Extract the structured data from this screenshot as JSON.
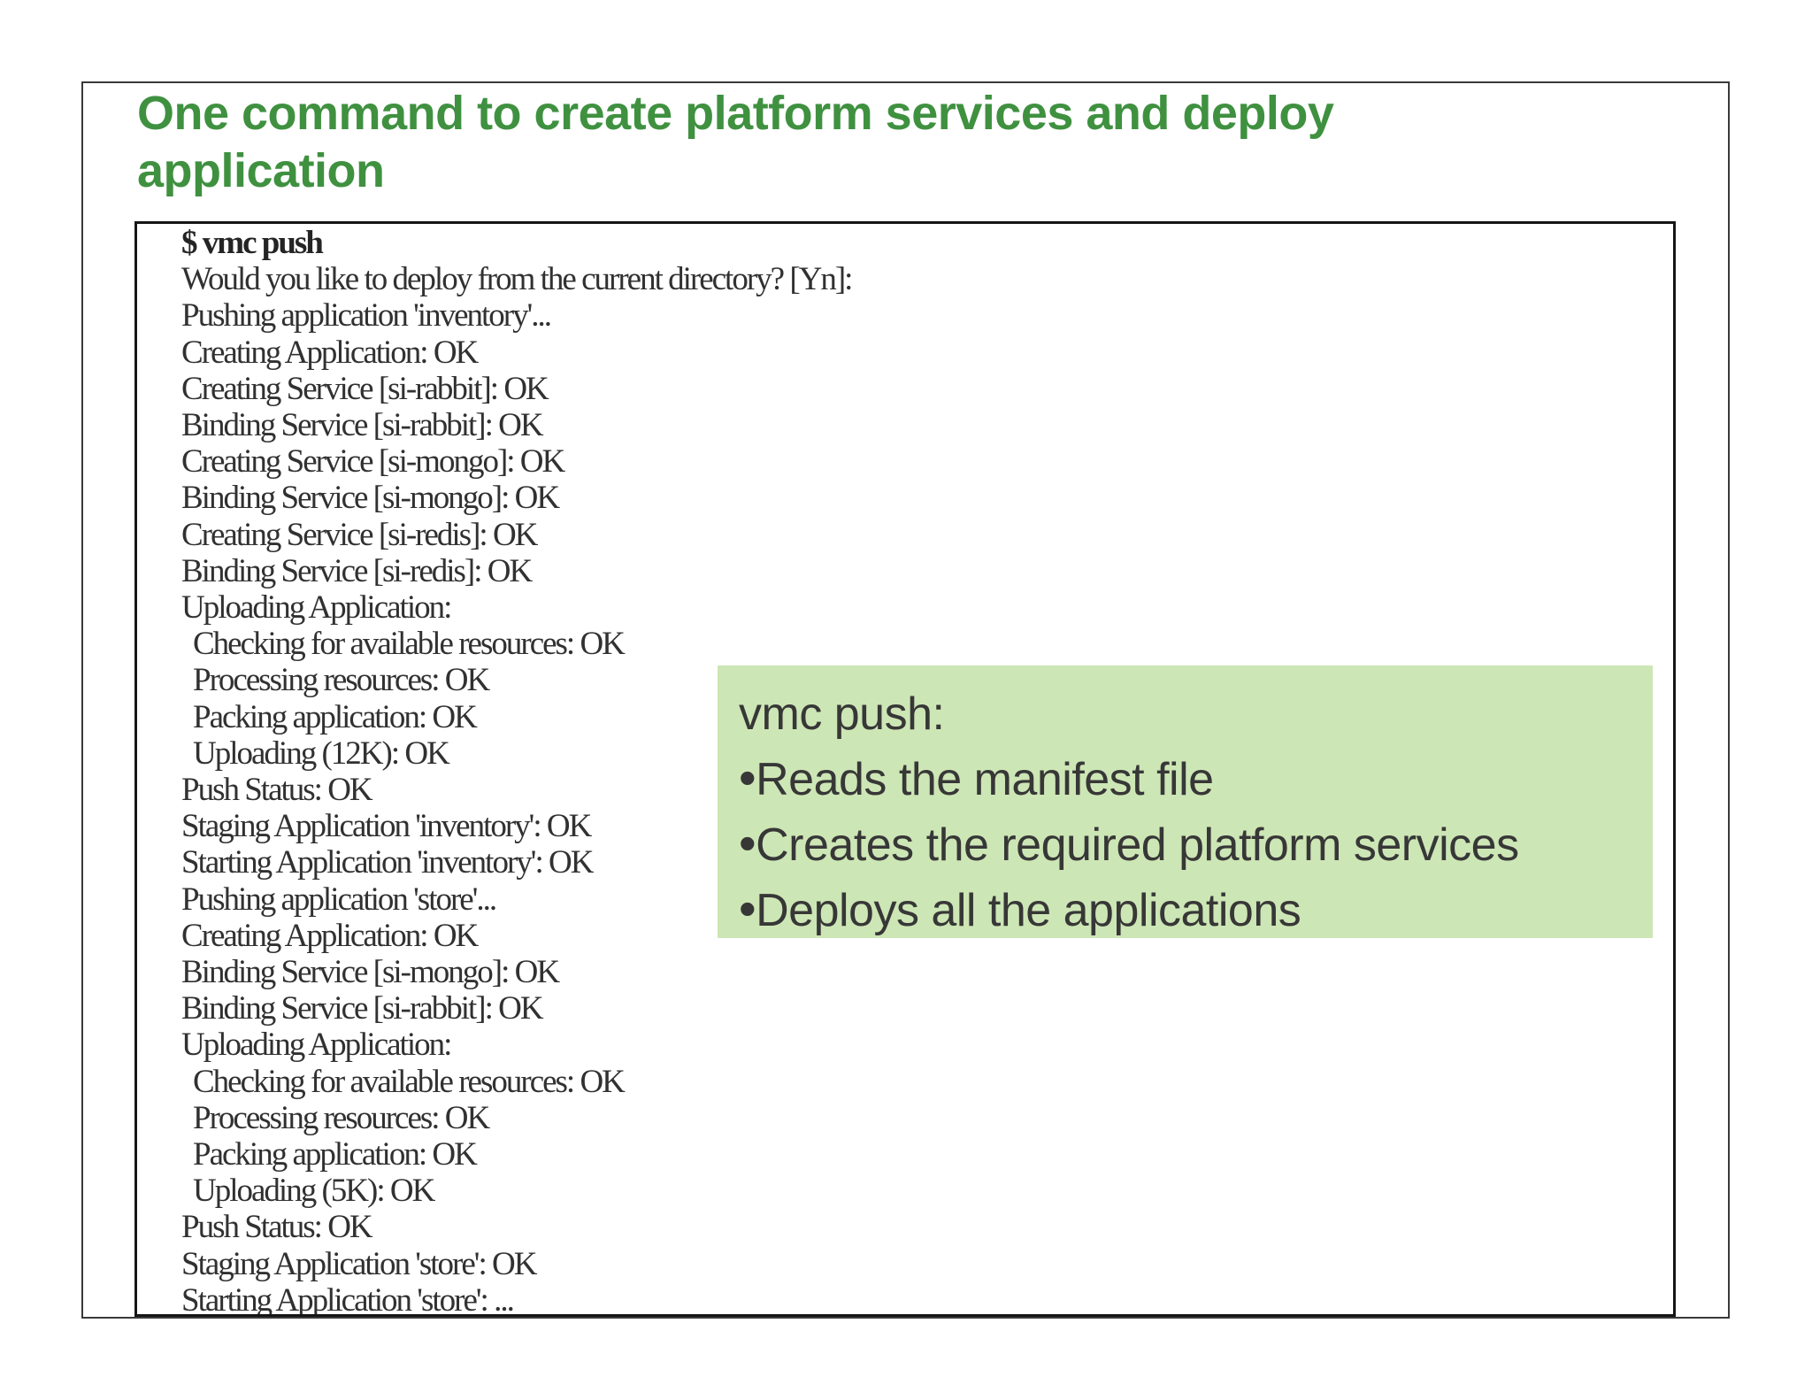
{
  "slide": {
    "title_line1": "One command to create platform services and deploy",
    "title_line2": "application",
    "title_color": "#3f9140",
    "border_color": "#3a3a3a",
    "background": "#ffffff"
  },
  "terminal": {
    "border_color": "#161616",
    "text_color": "#313131",
    "lines": [
      {
        "text": "$ vmc push",
        "style": "bold"
      },
      {
        "text": "Would you like to deploy from the current directory? [Yn]:"
      },
      {
        "text": "Pushing application 'inventory'..."
      },
      {
        "text": "Creating Application: OK"
      },
      {
        "text": "Creating Service [si-rabbit]: OK"
      },
      {
        "text": "Binding Service [si-rabbit]: OK"
      },
      {
        "text": "Creating Service [si-mongo]: OK"
      },
      {
        "text": "Binding Service [si-mongo]: OK"
      },
      {
        "text": "Creating Service [si-redis]: OK"
      },
      {
        "text": "Binding Service [si-redis]: OK"
      },
      {
        "text": "Uploading Application:"
      },
      {
        "text": "Checking for available resources: OK",
        "indent": 1
      },
      {
        "text": "Processing resources: OK",
        "indent": 1
      },
      {
        "text": "Packing application: OK",
        "indent": 1
      },
      {
        "text": "Uploading (12K): OK",
        "indent": 1
      },
      {
        "text": "Push Status: OK"
      },
      {
        "text": "Staging Application 'inventory': OK"
      },
      {
        "text": "Starting Application 'inventory': OK"
      },
      {
        "text": "Pushing application 'store'..."
      },
      {
        "text": "Creating Application: OK"
      },
      {
        "text": "Binding Service [si-mongo]: OK"
      },
      {
        "text": "Binding Service [si-rabbit]: OK"
      },
      {
        "text": "Uploading Application:"
      },
      {
        "text": "Checking for available resources: OK",
        "indent": 1
      },
      {
        "text": "Processing resources: OK",
        "indent": 1
      },
      {
        "text": "Packing application: OK",
        "indent": 1
      },
      {
        "text": "Uploading (5K): OK",
        "indent": 1
      },
      {
        "text": "Push Status: OK"
      },
      {
        "text": "Staging Application 'store': OK"
      },
      {
        "text": "Starting Application 'store': ..."
      }
    ]
  },
  "callout": {
    "background": "#cde6b5",
    "text_color": "#373737",
    "heading": "vmc push:",
    "bullet_char": "•",
    "bullets": [
      "Reads the manifest file",
      "Creates the required platform services",
      "Deploys all the applications"
    ]
  }
}
